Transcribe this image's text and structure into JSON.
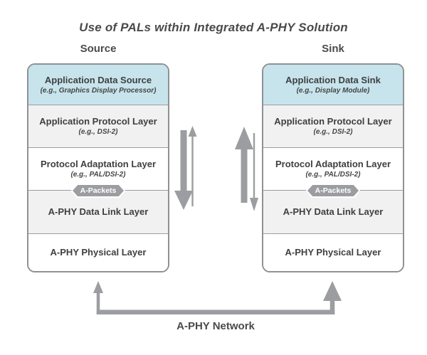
{
  "title": "Use of PALs within Integrated A-PHY Solution",
  "network_label": "A-PHY Network",
  "badge_label": "A-Packets",
  "stacks": [
    {
      "heading": "Source",
      "layers": [
        {
          "title": "Application Data Source",
          "subtitle": "(e.g., Graphics Display Processor)"
        },
        {
          "title": "Application Protocol Layer",
          "subtitle": "(e.g., DSI-2)"
        },
        {
          "title": "Protocol Adaptation Layer",
          "subtitle": "(e.g., PAL/DSI-2)"
        },
        {
          "title": "A-PHY Data Link Layer"
        },
        {
          "title": "A-PHY Physical Layer"
        }
      ]
    },
    {
      "heading": "Sink",
      "layers": [
        {
          "title": "Application Data Sink",
          "subtitle": "(e.g., Display Module)"
        },
        {
          "title": "Application Protocol Layer",
          "subtitle": "(e.g., DSI-2)"
        },
        {
          "title": "Protocol Adaptation Layer",
          "subtitle": "(e.g., PAL/DSI-2)"
        },
        {
          "title": "A-PHY Data Link Layer"
        },
        {
          "title": "A-PHY Physical Layer"
        }
      ]
    }
  ],
  "colors": {
    "header_layer_fill": "#c7e4ec",
    "alt_layer_fill": "#f1f1f2",
    "box_border": "#8f9194",
    "divider": "#9b9da0",
    "arrow": "#9b9da0",
    "badge_fill": "#9b9da0",
    "text": "#414042"
  }
}
